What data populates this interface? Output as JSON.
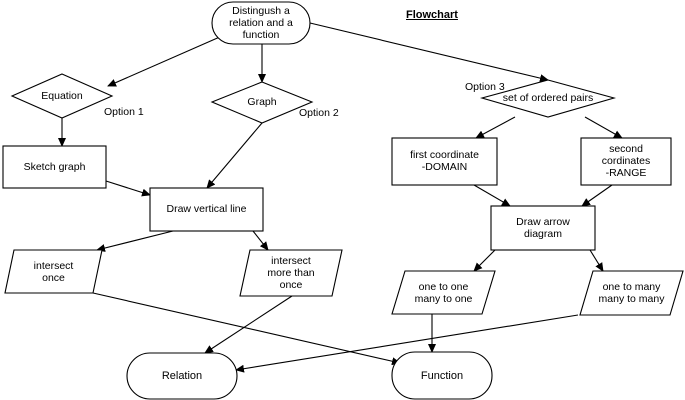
{
  "title": "Flowchart",
  "nodes": {
    "start": "Distingush a\nrelation and a\nfunction",
    "equation": "Equation",
    "graph": "Graph",
    "ordered_pairs": "set of ordered pairs",
    "sketch_graph": "Sketch graph",
    "vertical_line": "Draw vertical line",
    "first_coordinate": "first coordinate\n-DOMAIN",
    "second_coordinates": "second\ncordinates\n-RANGE",
    "arrow_diagram": "Draw arrow\ndiagram",
    "intersect_once": "intersect\nonce",
    "intersect_more": "intersect\nmore than\nonce",
    "one_to_one": "one to one\nmany to one",
    "one_to_many": "one to many\nmany to many",
    "relation": "Relation",
    "function": "Function"
  },
  "options": {
    "option1": "Option 1",
    "option2": "Option 2",
    "option3": "Option 3"
  },
  "colors": {
    "stroke": "#000000",
    "fill": "#ffffff",
    "text": "#000000"
  }
}
